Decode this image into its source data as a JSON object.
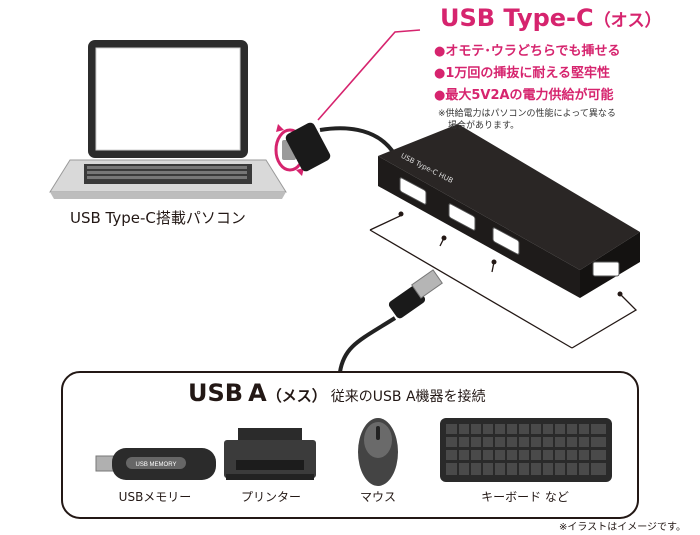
{
  "usb_c": {
    "title": "USB Type-C",
    "gender": "（オス）",
    "features": [
      "●オモテ･ウラどちらでも挿せる",
      "●1万回の挿抜に耐える堅牢性",
      "●最大5V2Aの電力供給が可能"
    ],
    "note_line1": "※供給電力はパソコンの性能によって異なる",
    "note_line2": "場合があります。"
  },
  "laptop_caption": "USB Type-C搭載パソコン",
  "hub_label": "USB Type-C HUB",
  "usb_a": {
    "title_main": "USB",
    "title_a": "A",
    "gender": "（メス）",
    "description": "従来のUSB A機器を接続"
  },
  "devices": [
    {
      "label": "USBメモリー",
      "icon": "usb-memory-icon",
      "stick_text": "USB MEMORY"
    },
    {
      "label": "プリンター",
      "icon": "printer-icon"
    },
    {
      "label": "マウス",
      "icon": "mouse-icon"
    },
    {
      "label": "キーボード など",
      "icon": "keyboard-icon"
    }
  ],
  "footnote": "※イラストはイメージです。",
  "colors": {
    "accent": "#d6246e",
    "hub": "#1e1b1a",
    "line": "#231815"
  }
}
